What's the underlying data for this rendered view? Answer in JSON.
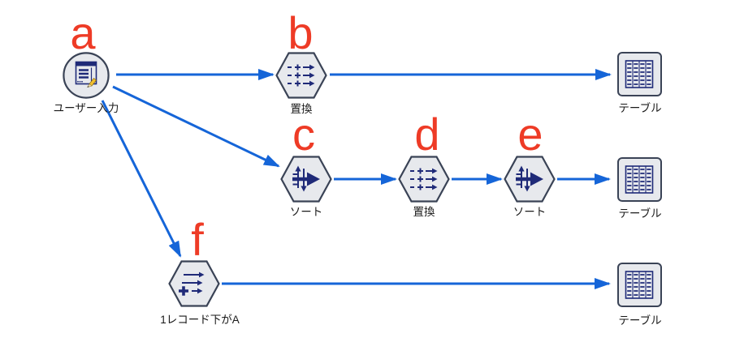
{
  "diagram": {
    "type": "stream-flow-diagram",
    "tool": "modeler-stream"
  },
  "colors": {
    "background": "#ffffff",
    "arrow_color": "#1565d8",
    "letter_color": "#ee3b26",
    "node_fill": "#e7e9ed",
    "node_border": "#3a4356",
    "icon_navy": "#1f2a78",
    "label_color": "#1a1a1a"
  },
  "nodes": [
    {
      "id": "user-input",
      "type": "user-input",
      "letter": "a",
      "label": "ユーザー入力"
    },
    {
      "id": "filler-b",
      "type": "filler",
      "letter": "b",
      "label": "置換"
    },
    {
      "id": "table-top",
      "type": "table",
      "label": "テーブル"
    },
    {
      "id": "sort-c",
      "type": "sort",
      "letter": "c",
      "label": "ソート"
    },
    {
      "id": "filler-d",
      "type": "filler",
      "letter": "d",
      "label": "置換"
    },
    {
      "id": "sort-e",
      "type": "sort",
      "letter": "e",
      "label": "ソート"
    },
    {
      "id": "table-middle",
      "type": "table",
      "label": "テーブル"
    },
    {
      "id": "derive-f",
      "type": "derive",
      "letter": "f",
      "label": "1レコード下がA"
    },
    {
      "id": "table-bottom",
      "type": "table",
      "label": "テーブル"
    }
  ],
  "edges": [
    {
      "from": "user-input",
      "to": "filler-b"
    },
    {
      "from": "filler-b",
      "to": "table-top"
    },
    {
      "from": "user-input",
      "to": "sort-c"
    },
    {
      "from": "sort-c",
      "to": "filler-d"
    },
    {
      "from": "filler-d",
      "to": "sort-e"
    },
    {
      "from": "sort-e",
      "to": "table-middle"
    },
    {
      "from": "user-input",
      "to": "derive-f"
    },
    {
      "from": "derive-f",
      "to": "table-bottom"
    }
  ]
}
